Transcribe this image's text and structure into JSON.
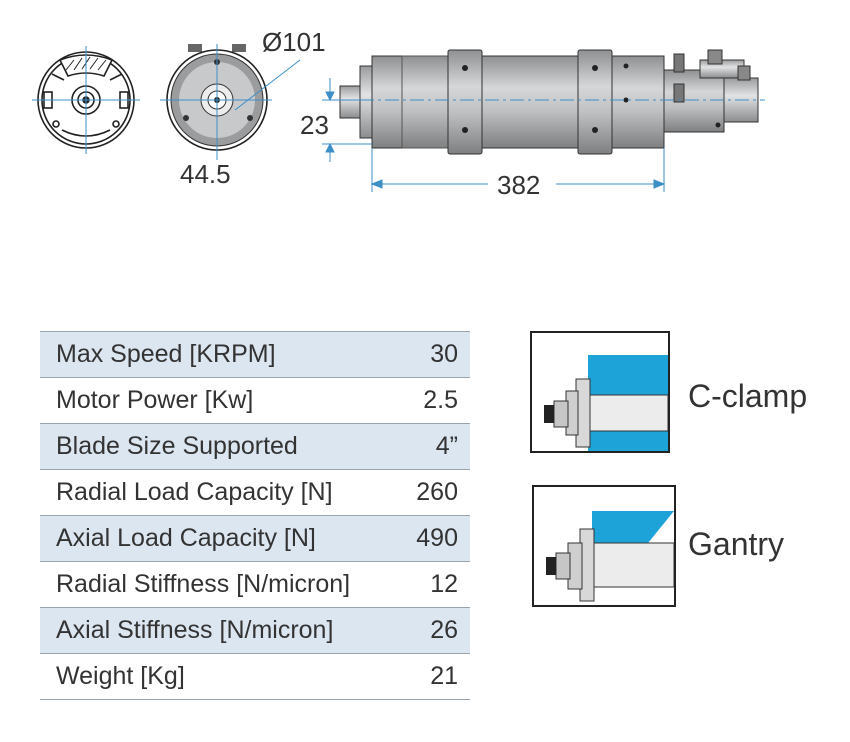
{
  "drawing": {
    "diameter_label": "Ø101",
    "width_label": "44.5",
    "height_label": "23",
    "length_label": "382"
  },
  "specs": [
    {
      "label": "Max Speed [KRPM]",
      "value": "30"
    },
    {
      "label": "Motor Power [Kw]",
      "value": "2.5"
    },
    {
      "label": "Blade Size Supported",
      "value": "4”"
    },
    {
      "label": "Radial Load Capacity [N]",
      "value": "260"
    },
    {
      "label": "Axial Load Capacity [N]",
      "value": "490"
    },
    {
      "label": "Radial Stiffness [N/micron]",
      "value": "12"
    },
    {
      "label": "Axial Stiffness [N/micron]",
      "value": "26"
    },
    {
      "label": "Weight [Kg]",
      "value": "21"
    }
  ],
  "mounts": {
    "cclamp_label": "C-clamp",
    "gantry_label": "Gantry"
  },
  "colors": {
    "row_shade": "#dce6f1",
    "clamp_blue": "#1ea3d8",
    "dimension_line": "#3d8fc8",
    "body_gray": "#b9bbbd"
  }
}
